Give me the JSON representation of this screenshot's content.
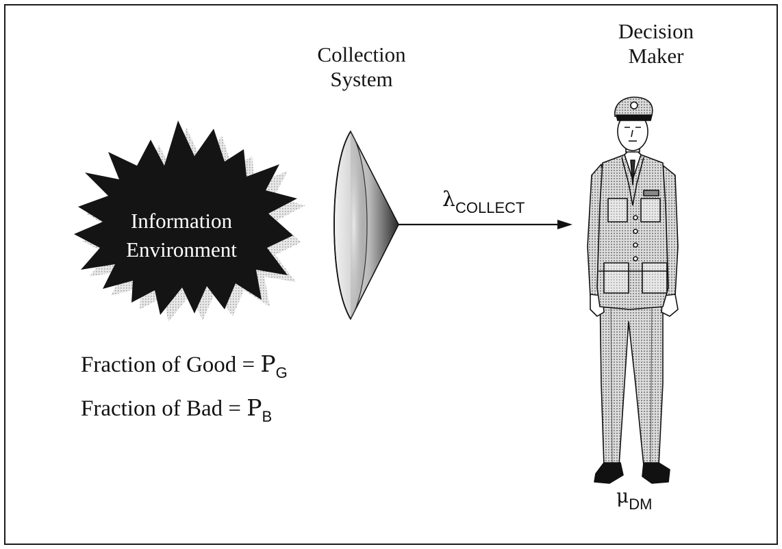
{
  "collection_system": {
    "line1": "Collection",
    "line2": "System"
  },
  "decision_maker": {
    "line1": "Decision",
    "line2": "Maker"
  },
  "information_environment": {
    "line1": "Information",
    "line2": "Environment"
  },
  "fraction_good": {
    "text": "Fraction of Good = ",
    "symbol": "P",
    "subscript": "G"
  },
  "fraction_bad": {
    "text": "Fraction of Bad = ",
    "symbol": "P",
    "subscript": "B"
  },
  "arrow": {
    "symbol": "λ",
    "subscript": "COLLECT"
  },
  "service_rate": {
    "symbol": "μ",
    "subscript": "DM"
  },
  "colors": {
    "frame": "#1a1a1a",
    "burst": "#141414",
    "stipple": "#b8b8b8"
  }
}
